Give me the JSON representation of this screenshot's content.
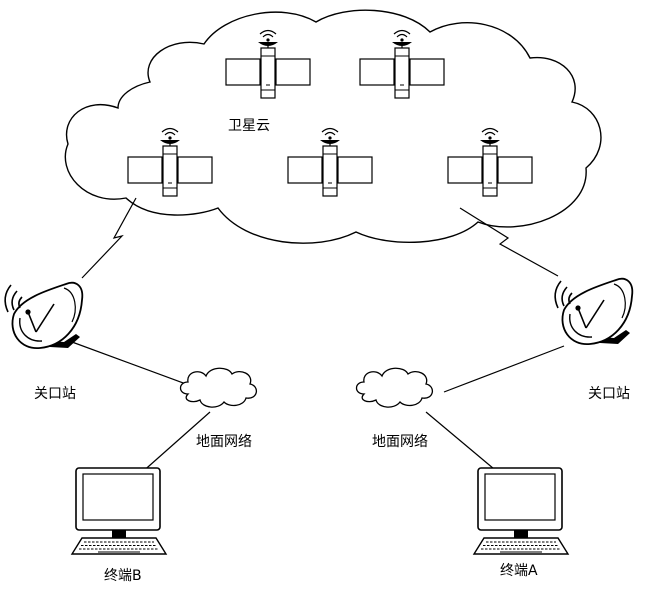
{
  "satellite_cloud": {
    "label": "卫星云",
    "satellites": [
      {
        "id": "sat-1"
      },
      {
        "id": "sat-2"
      },
      {
        "id": "sat-3"
      },
      {
        "id": "sat-4"
      },
      {
        "id": "sat-5"
      }
    ]
  },
  "gateway_left": {
    "label": "关口站"
  },
  "gateway_right": {
    "label": "关口站"
  },
  "ground_network_left": {
    "label": "地面网络"
  },
  "ground_network_right": {
    "label": "地面网络"
  },
  "terminal_b": {
    "label": "终端B"
  },
  "terminal_a": {
    "label": "终端A"
  },
  "icons": {
    "satellite": "satellite-icon",
    "dish": "satellite-dish-icon",
    "cloud": "cloud-icon",
    "computer": "computer-terminal-icon",
    "link": "lightning-link-icon"
  }
}
